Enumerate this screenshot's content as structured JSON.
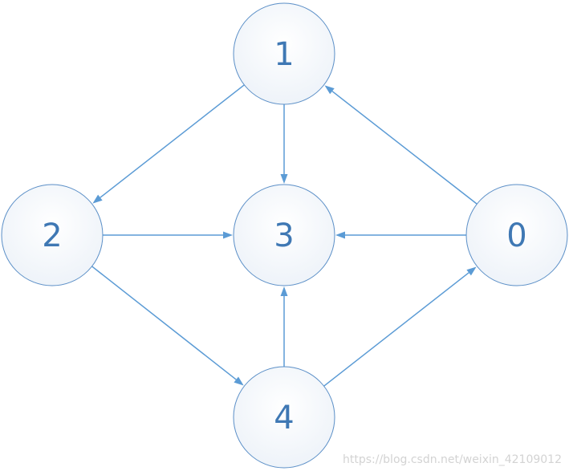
{
  "nodes": [
    {
      "id": "1",
      "label": "1"
    },
    {
      "id": "2",
      "label": "2"
    },
    {
      "id": "3",
      "label": "3"
    },
    {
      "id": "0",
      "label": "0"
    },
    {
      "id": "4",
      "label": "4"
    }
  ],
  "edges": [
    {
      "from": "1",
      "to": "2"
    },
    {
      "from": "1",
      "to": "3"
    },
    {
      "from": "0",
      "to": "1"
    },
    {
      "from": "2",
      "to": "3"
    },
    {
      "from": "0",
      "to": "3"
    },
    {
      "from": "4",
      "to": "3"
    },
    {
      "from": "2",
      "to": "4"
    },
    {
      "from": "4",
      "to": "0"
    }
  ],
  "colors": {
    "node_stroke": "#5b8fc7",
    "node_text": "#3f78b4",
    "edge": "#5b9bd5"
  },
  "watermark": "https://blog.csdn.net/weixin_42109012"
}
